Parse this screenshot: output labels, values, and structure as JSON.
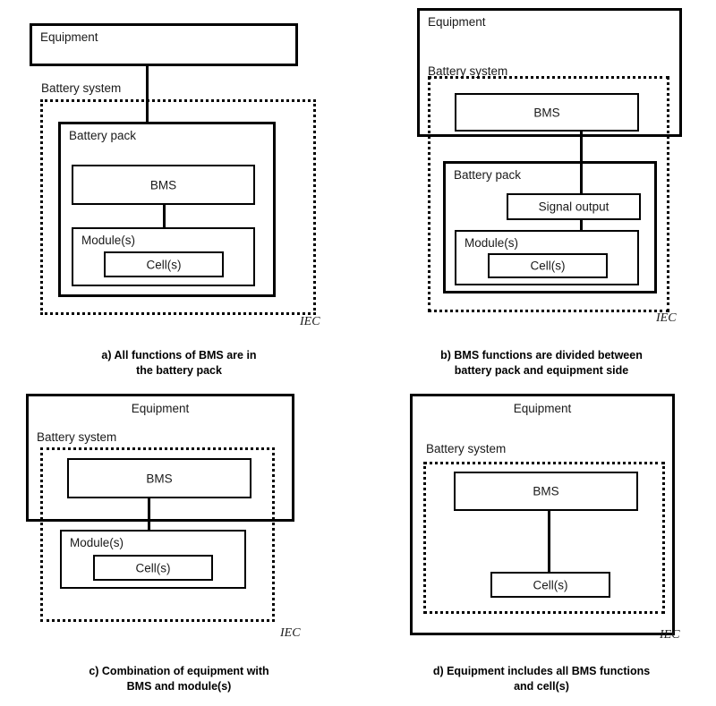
{
  "figure": {
    "standard_mark": "IEC",
    "labels": {
      "equipment": "Equipment",
      "battery_system": "Battery system",
      "battery_pack": "Battery pack",
      "bms": "BMS",
      "modules": "Module(s)",
      "cells": "Cell(s)",
      "signal_output": "Signal output"
    }
  },
  "panels": [
    {
      "id": "a",
      "caption_line1": "a) All functions of BMS are in",
      "caption_line2": "the battery pack",
      "equipment": "Equipment",
      "battery_system": "Battery system",
      "battery_pack": "Battery pack",
      "bms": "BMS",
      "modules": "Module(s)",
      "cells": "Cell(s)",
      "iec": "IEC"
    },
    {
      "id": "b",
      "caption_line1": "b) BMS functions are divided between",
      "caption_line2": "battery pack and equipment side",
      "equipment": "Equipment",
      "battery_system": "Battery system",
      "battery_pack": "Battery pack",
      "bms": "BMS",
      "signal_output": "Signal output",
      "modules": "Module(s)",
      "cells": "Cell(s)",
      "iec": "IEC"
    },
    {
      "id": "c",
      "caption_line1": "c) Combination of equipment with",
      "caption_line2": "BMS and module(s)",
      "equipment": "Equipment",
      "battery_system": "Battery system",
      "bms": "BMS",
      "modules": "Module(s)",
      "cells": "Cell(s)",
      "iec": "IEC"
    },
    {
      "id": "d",
      "caption_line1": "d) Equipment includes all BMS functions",
      "caption_line2": "and cell(s)",
      "equipment": "Equipment",
      "battery_system": "Battery system",
      "bms": "BMS",
      "cells": "Cell(s)",
      "iec": "IEC"
    }
  ]
}
